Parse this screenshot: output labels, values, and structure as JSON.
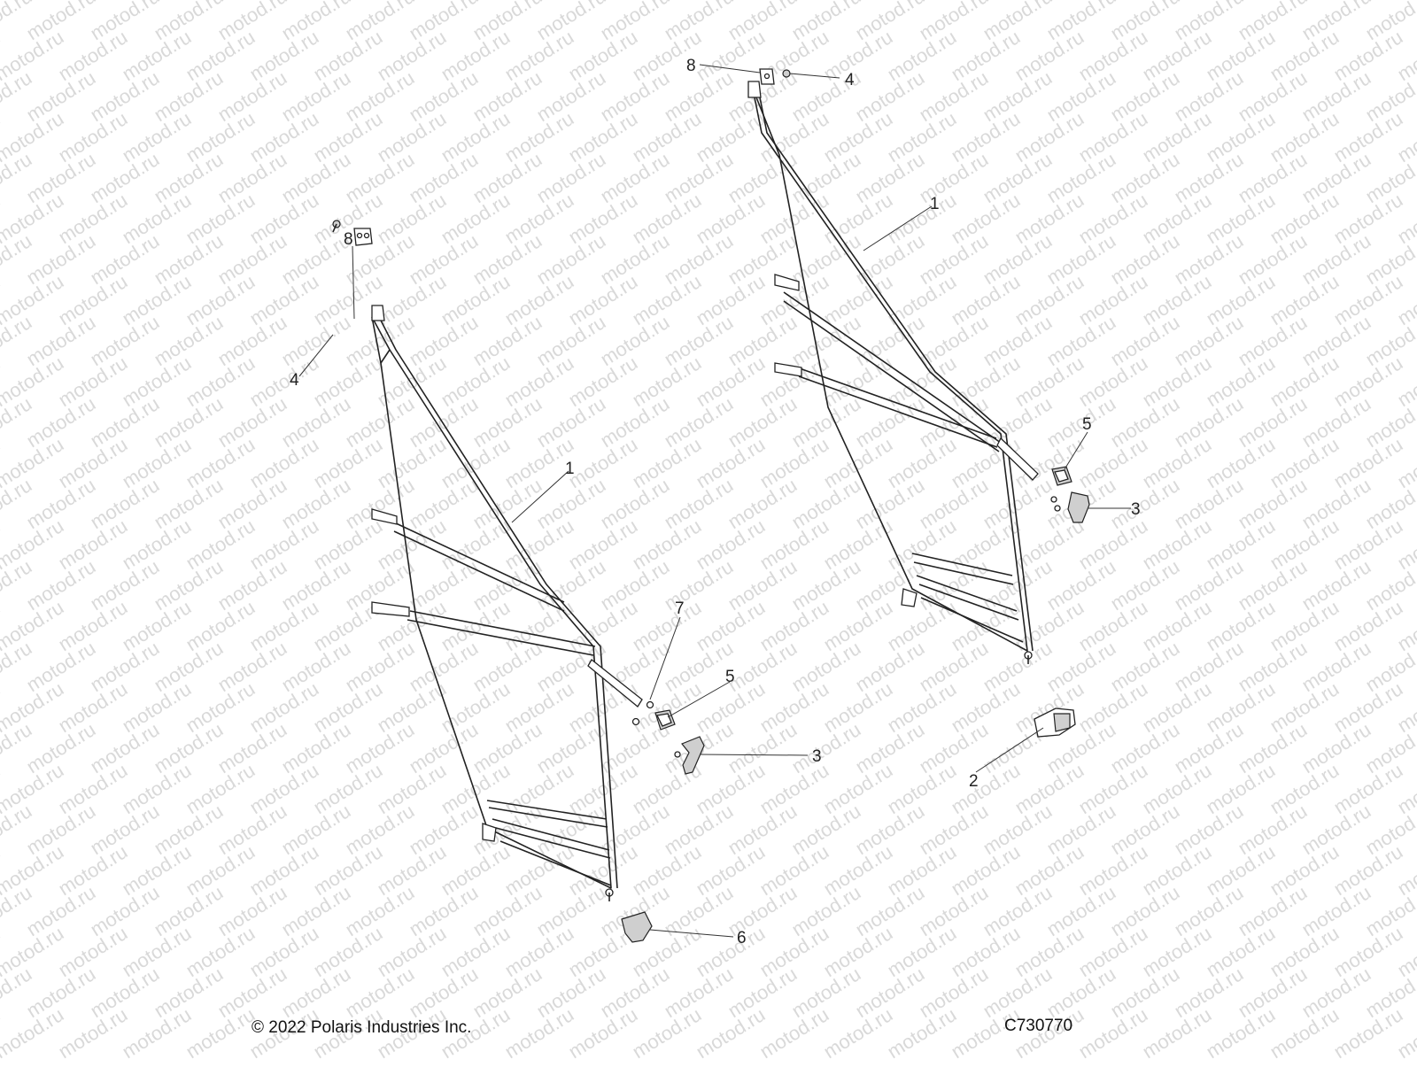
{
  "watermark": {
    "text": "motod.ru"
  },
  "callouts": {
    "left_bracket_top": "8",
    "left_bolt_top": "4",
    "left_frame": "1",
    "left_pin": "7",
    "left_latch": "5",
    "left_handle": "3",
    "left_bumper": "6",
    "right_bracket_top": "8",
    "right_bolt_top": "4",
    "right_frame": "1",
    "right_latch": "5",
    "right_handle": "3",
    "right_striker": "2"
  },
  "footer": {
    "copyright": "© 2022 Polaris Industries Inc.",
    "drawing_id": "C730770"
  }
}
